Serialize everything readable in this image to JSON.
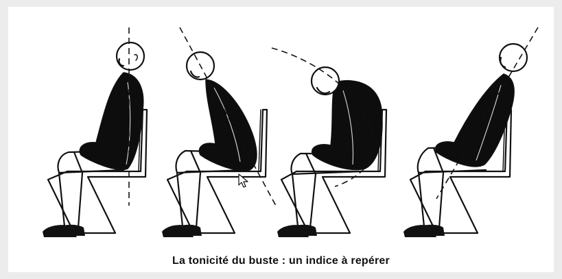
{
  "caption": "La tonicité du buste : un indice à repérer",
  "figures": [
    {
      "name": "upright"
    },
    {
      "name": "slouched"
    },
    {
      "name": "head-bowed"
    },
    {
      "name": "leaning-back"
    }
  ],
  "colors": {
    "background": "#ececec",
    "panel": "#ffffff",
    "ink": "#111111",
    "jacket": "#0d0d0d"
  },
  "icons": {
    "cursor": "mouse-pointer-icon"
  }
}
